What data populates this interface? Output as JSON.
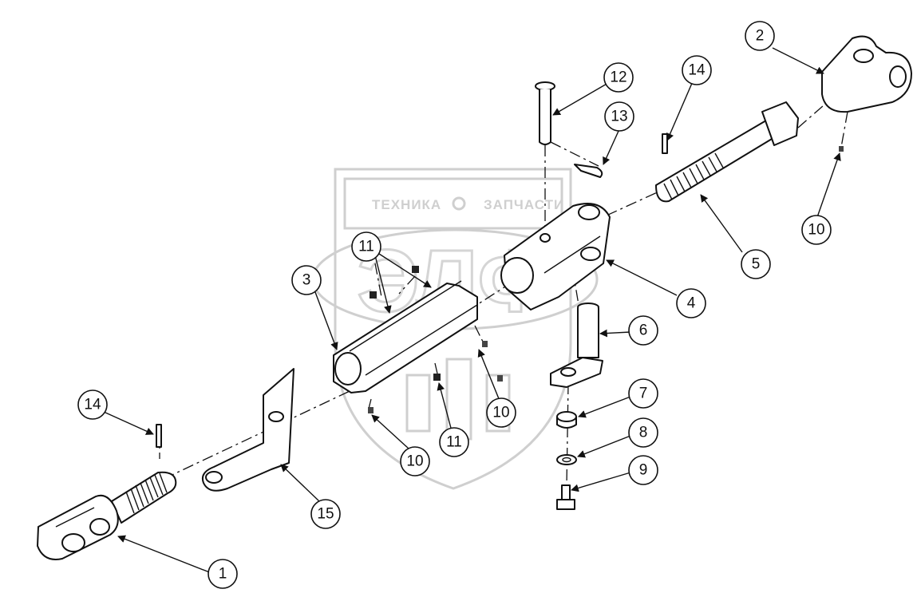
{
  "watermark": {
    "brand_left": "ТЕХНИКА",
    "brand_right": "ЗАПЧАСТИ",
    "logo_letters": "ЭЛФ"
  },
  "callouts": [
    "1",
    "2",
    "3",
    "4",
    "5",
    "6",
    "7",
    "8",
    "9",
    "10",
    "10",
    "10",
    "11",
    "11",
    "12",
    "13",
    "14",
    "14",
    "15"
  ]
}
